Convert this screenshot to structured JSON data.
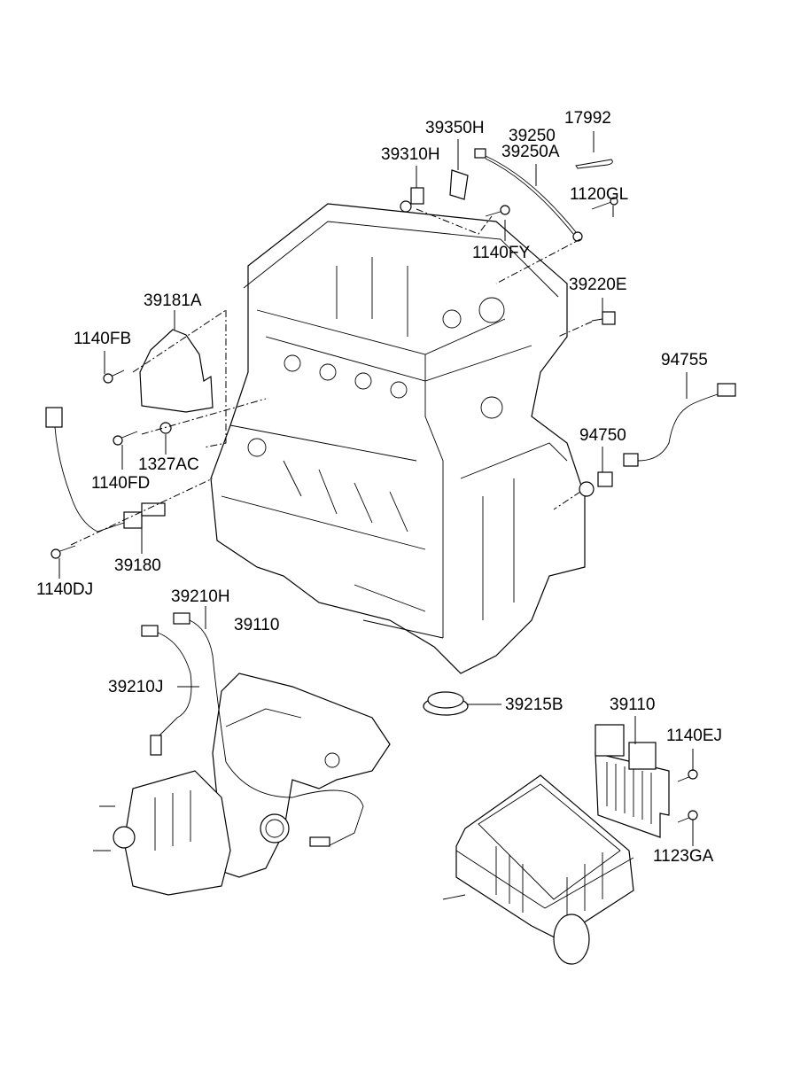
{
  "diagram": {
    "type": "exploded-parts-diagram",
    "subject": "Engine sensors and control module",
    "callouts": [
      {
        "id": "17992",
        "text": "17992"
      },
      {
        "id": "39350H",
        "text": "39350H"
      },
      {
        "id": "39250",
        "text": "39250"
      },
      {
        "id": "39250A",
        "text": "39250A"
      },
      {
        "id": "39310H",
        "text": "39310H"
      },
      {
        "id": "1120GL",
        "text": "1120GL"
      },
      {
        "id": "1140FY",
        "text": "1140FY"
      },
      {
        "id": "39220E",
        "text": "39220E"
      },
      {
        "id": "39181A",
        "text": "39181A"
      },
      {
        "id": "1140FB",
        "text": "1140FB"
      },
      {
        "id": "94755",
        "text": "94755"
      },
      {
        "id": "94750",
        "text": "94750"
      },
      {
        "id": "1327AC",
        "text": "1327AC"
      },
      {
        "id": "1140FD",
        "text": "1140FD"
      },
      {
        "id": "39180",
        "text": "39180"
      },
      {
        "id": "1140DJ",
        "text": "1140DJ"
      },
      {
        "id": "39210H",
        "text": "39210H"
      },
      {
        "id": "39110a",
        "text": "39110"
      },
      {
        "id": "39210J",
        "text": "39210J"
      },
      {
        "id": "39215B",
        "text": "39215B"
      },
      {
        "id": "39110b",
        "text": "39110"
      },
      {
        "id": "1140EJ",
        "text": "1140EJ"
      },
      {
        "id": "1123GA",
        "text": "1123GA"
      }
    ]
  }
}
